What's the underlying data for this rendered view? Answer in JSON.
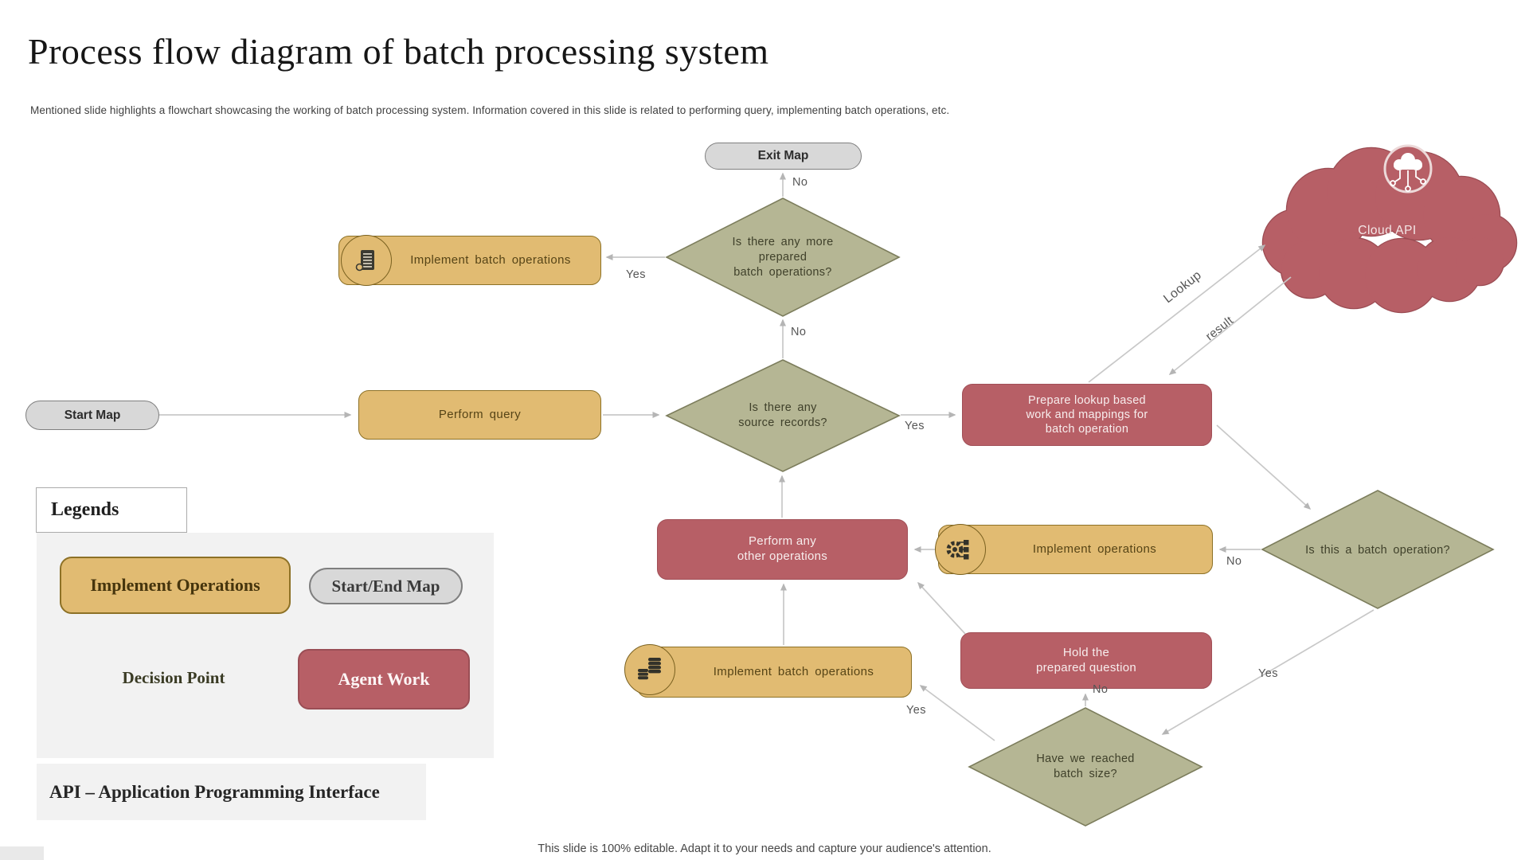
{
  "slide": {
    "title": "Process flow diagram of batch processing system",
    "subtitle": "Mentioned slide highlights a flowchart showcasing the working of batch processing system. Information covered in this slide is related to performing query, implementing batch operations, etc.",
    "footer": "This slide is 100% editable. Adapt it to your needs and capture your audience's attention."
  },
  "nodes": {
    "exit_map": "Exit Map",
    "decision_more": "Is there any more\nprepared\nbatch operations?",
    "implement_batch_top": "Implement batch operations",
    "start_map": "Start Map",
    "perform_query": "Perform query",
    "decision_source": "Is there any\nsource records?",
    "prepare_lookup": "Prepare lookup based\nwork and mappings for\nbatch operation",
    "cloud_api": "Cloud API",
    "perform_other": "Perform any\nother operations",
    "implement_operations": "Implement operations",
    "decision_is_batch": "Is this a batch operation?",
    "implement_batch_bottom": "Implement batch operations",
    "hold_question": "Hold the\nprepared question",
    "decision_batch_size": "Have we reached\nbatch size?"
  },
  "labels": {
    "no_top": "No",
    "yes_top": "Yes",
    "no_mid": "No",
    "yes_mid": "Yes",
    "lookup": "Lookup",
    "result": "result",
    "no_right": "No",
    "yes_right": "Yes",
    "no_bottom": "No",
    "yes_bottom": "Yes"
  },
  "legend": {
    "title": "Legends",
    "implement_operations": "Implement Operations",
    "start_end_map": "Start/End Map",
    "decision_point": "Decision Point",
    "agent_work": "Agent Work",
    "api_note": "API – Application Programming Interface"
  },
  "icons": {
    "implement_batch_top": "document-icon",
    "implement_operations": "gear-icon",
    "implement_batch_bottom": "coins-icon",
    "cloud": "cloud-network-icon"
  },
  "colors": {
    "process_yellow": "#e1bb72",
    "agent_red": "#b75f66",
    "decision_green": "#b5b694",
    "terminal_gray": "#d8d8d8",
    "arrow_gray": "#c8c8c8",
    "panel_gray": "#f2f2f2"
  }
}
